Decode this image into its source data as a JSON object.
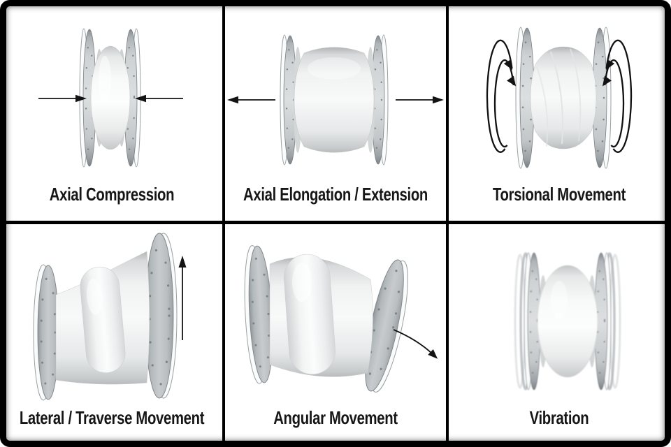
{
  "diagram": {
    "rows": 2,
    "cols": 3,
    "subject": "rubber-expansion-joint-movement-types"
  },
  "panels": [
    {
      "id": "axial-compression",
      "label": "Axial Compression",
      "arrow_icons": [
        "inward-arrow-left",
        "inward-arrow-right"
      ]
    },
    {
      "id": "axial-elongation-extension",
      "label": "Axial Elongation / Extension",
      "arrow_icons": [
        "outward-arrow-left",
        "outward-arrow-right"
      ]
    },
    {
      "id": "torsional-movement",
      "label": "Torsional Movement",
      "arrow_icons": [
        "rotation-arrows-left",
        "rotation-arrows-right"
      ]
    },
    {
      "id": "lateral-traverse-movement",
      "label": "Lateral / Traverse Movement",
      "arrow_icons": [
        "upward-arrow"
      ]
    },
    {
      "id": "angular-movement",
      "label": "Angular Movement",
      "arrow_icons": [
        "angular-curved-arrow"
      ]
    },
    {
      "id": "vibration",
      "label": "Vibration",
      "arrow_icons": []
    }
  ],
  "colors": {
    "background": "#ffffff",
    "frame": "#000000",
    "gridline": "#000000",
    "label_text": "#161616",
    "arrow": "#131313",
    "flange_gray": "#b5babd",
    "rubber_white": "#f7f8f8"
  }
}
